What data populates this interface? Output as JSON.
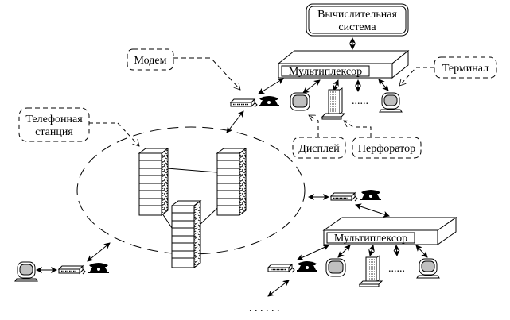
{
  "diagram": {
    "labels": {
      "computing_system_line1": "Вычислительная",
      "computing_system_line2": "система",
      "multiplexer_top": "Мультиплексор",
      "multiplexer_bottom": "Мультиплексор",
      "modem": "Модем",
      "terminal": "Терминал",
      "phone_station_line1": "Телефонная",
      "phone_station_line2": "станция",
      "display": "Дисплей",
      "perforator": "Перфоратор",
      "ellipsis_top": "......",
      "ellipsis_bottom": "......",
      "ellipsis_lower": ". . . . . ."
    },
    "colors": {
      "stroke": "#000000",
      "screen_fill": "#c0c0c0",
      "background": "#ffffff"
    }
  }
}
